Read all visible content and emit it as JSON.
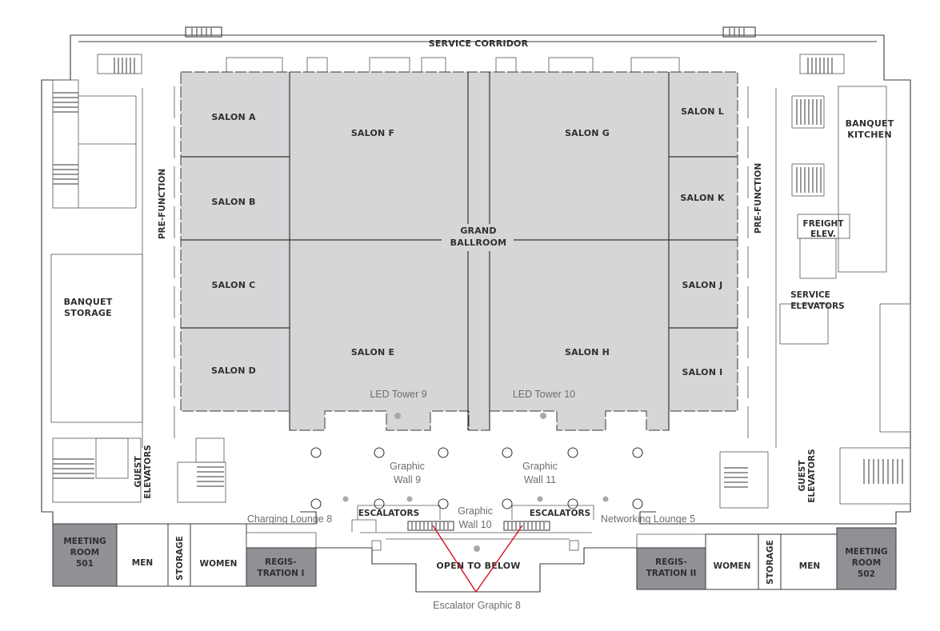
{
  "map": {
    "title": "SERVICE CORRIDOR",
    "colors": {
      "ballroom_fill": "#d5d6d8",
      "dark_room_fill": "#8f9195",
      "line": "#3a3a3a",
      "annotation": "#6e6e6e",
      "accent_line": "#d4121f",
      "marker_dot": "#a9aaa8"
    },
    "ballroom_label": [
      "GRAND",
      "BALLROOM"
    ],
    "salons": {
      "a": "SALON A",
      "b": "SALON B",
      "c": "SALON C",
      "d": "SALON D",
      "e": "SALON E",
      "f": "SALON F",
      "g": "SALON G",
      "h": "SALON H",
      "i": "SALON I",
      "j": "SALON J",
      "k": "SALON K",
      "l": "SALON L"
    },
    "rooms": {
      "prefunction_left": "PRE-FUNCTION",
      "prefunction_right": "PRE-FUNCTION",
      "banquet_storage": [
        "BANQUET",
        "STORAGE"
      ],
      "banquet_kitchen": [
        "BANQUET",
        "KITCHEN"
      ],
      "freight_elev": [
        "FREIGHT",
        "ELEV."
      ],
      "service_elevators": [
        "SERVICE",
        "ELEVATORS"
      ],
      "guest_elevators_left": [
        "GUEST",
        "ELEVATORS"
      ],
      "guest_elevators_right": [
        "GUEST",
        "ELEVATORS"
      ],
      "meeting_room_501": [
        "MEETING",
        "ROOM",
        "501"
      ],
      "meeting_room_502": [
        "MEETING",
        "ROOM",
        "502"
      ],
      "men_left": "MEN",
      "men_right": "MEN",
      "women_left": "WOMEN",
      "women_right": "WOMEN",
      "storage_left": "STORAGE",
      "storage_right": "STORAGE",
      "registration_1": [
        "REGIS-",
        "TRATION I"
      ],
      "registration_2": [
        "REGIS-",
        "TRATION II"
      ],
      "escalators_left": "ESCALATORS",
      "escalators_right": "ESCALATORS",
      "open_to_below": "OPEN TO BELOW"
    },
    "annotations": {
      "led_tower_9": "LED Tower 9",
      "led_tower_10": "LED Tower 10",
      "graphic_wall_9": [
        "Graphic",
        "Wall 9"
      ],
      "graphic_wall_10": [
        "Graphic",
        "Wall 10"
      ],
      "graphic_wall_11": [
        "Graphic",
        "Wall 11"
      ],
      "charging_lounge_8": "Charging Lounge 8",
      "networking_lounge_5": "Networking Lounge 5",
      "escalator_graphic_8": "Escalator Graphic 8"
    }
  }
}
